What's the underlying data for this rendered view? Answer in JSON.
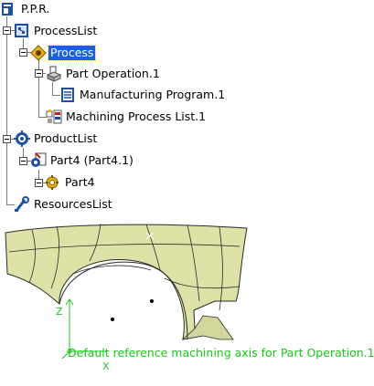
{
  "tree": {
    "root": {
      "label": "P.P.R.",
      "icon": "ppr-root-icon"
    },
    "process_list": {
      "label": "ProcessList",
      "icon": "process-list-icon"
    },
    "process": {
      "label": "Process",
      "icon": "process-icon",
      "selected": true
    },
    "part_operation": {
      "label": "Part Operation.1",
      "icon": "part-operation-icon"
    },
    "manufacturing_program": {
      "label": "Manufacturing Program.1",
      "icon": "manufacturing-program-icon"
    },
    "machining_process_list": {
      "label": "Machining Process List.1",
      "icon": "machining-process-list-icon"
    },
    "product_list": {
      "label": "ProductList",
      "icon": "product-list-icon"
    },
    "part4_instance": {
      "label": "Part4 (Part4.1)",
      "icon": "part-instance-icon"
    },
    "part4": {
      "label": "Part4",
      "icon": "part-icon"
    },
    "resources_list": {
      "label": "ResourcesList",
      "icon": "resources-list-icon"
    }
  },
  "viewport": {
    "model": "fender-surface",
    "axis_caption": "Default reference machining axis for Part Operation.1",
    "axis_labels": {
      "z": "Z",
      "x": "X"
    },
    "colors": {
      "surface": "#dfe2a6",
      "surface_edge": "#2b2b2b",
      "axis": "#18c818",
      "selection": "#1a5fe0"
    }
  }
}
